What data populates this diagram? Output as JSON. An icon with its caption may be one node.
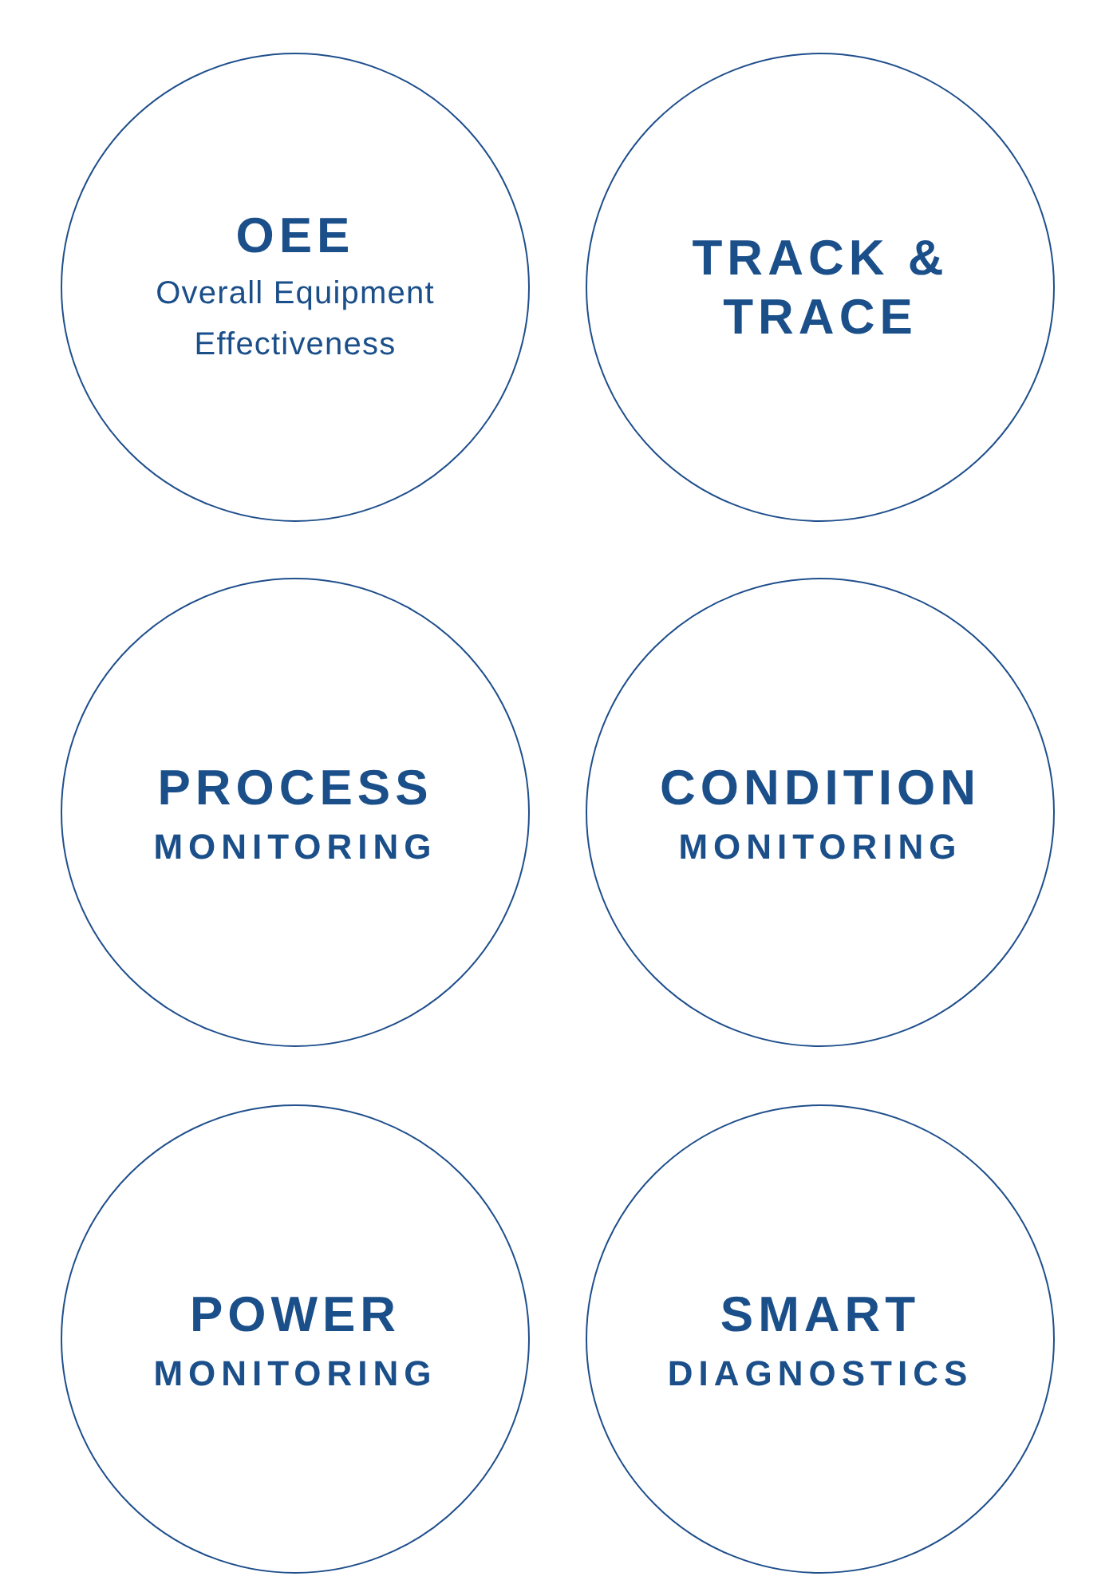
{
  "diagram": {
    "nodes": [
      {
        "text": [
          "OEE",
          "Overall Equipment Effectiveness"
        ]
      },
      {
        "text": [
          "TRACK & TRACE"
        ]
      },
      {
        "text": [
          "PROCESS",
          "MONITORING"
        ]
      },
      {
        "text": [
          "CONDITION",
          "MONITORING"
        ]
      },
      {
        "text": [
          "POWER",
          "MONITORING"
        ]
      },
      {
        "text": [
          "SMART",
          "DIAGNOSTICS"
        ]
      }
    ]
  }
}
